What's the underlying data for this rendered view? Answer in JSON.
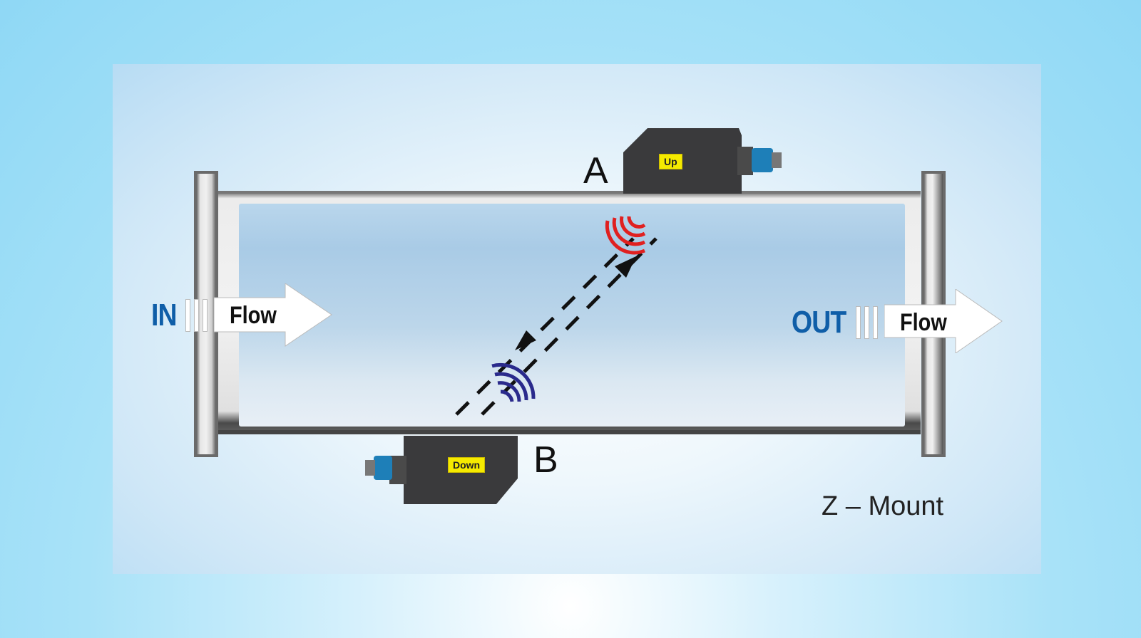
{
  "diagram": {
    "title": "Z – Mount",
    "transducer_a": {
      "letter": "A",
      "label": "Up"
    },
    "transducer_b": {
      "letter": "B",
      "label": "Down"
    },
    "inlet": {
      "label": "IN",
      "arrow_text": "Flow"
    },
    "outlet": {
      "label": "OUT",
      "arrow_text": "Flow"
    },
    "colors": {
      "in_out_text": "#0f5ea8",
      "signal_a": "#e02020",
      "signal_b": "#2a2a8c",
      "sensor_label_bg": "#f5ea00",
      "sensor_body": "#3a3a3c",
      "connector": "#1e7fb8"
    }
  }
}
